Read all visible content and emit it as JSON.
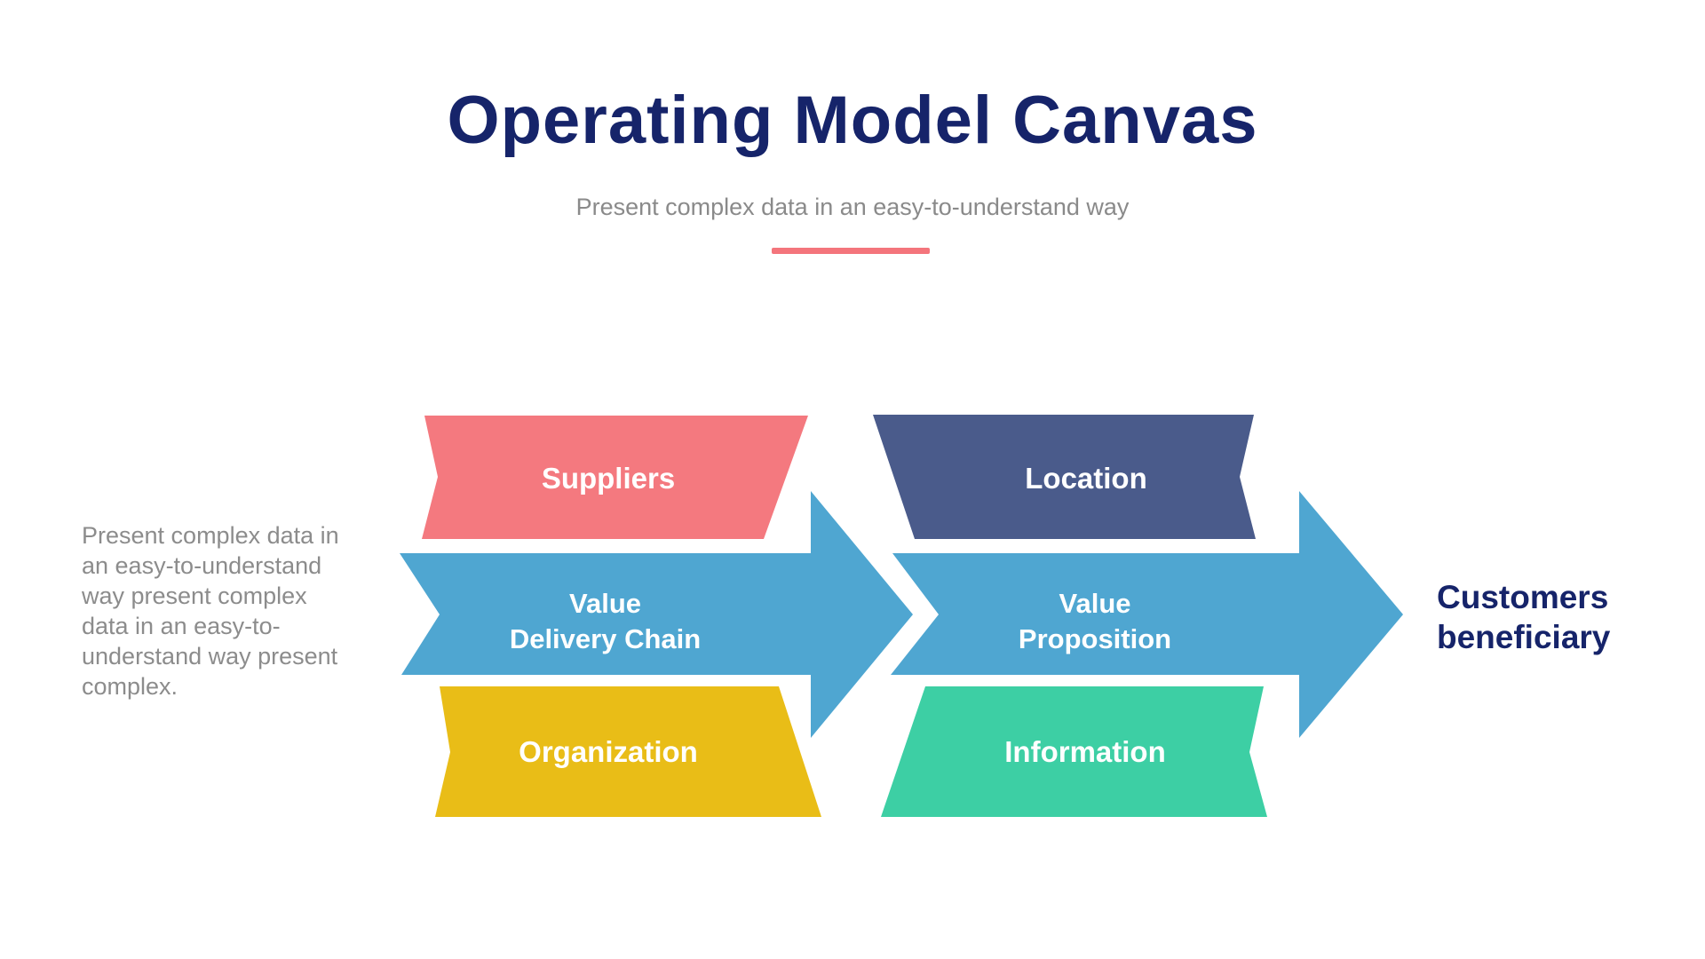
{
  "header": {
    "title": "Operating Model Canvas",
    "subtitle": "Present complex data in an easy-to-understand way"
  },
  "description": "Present complex data in an easy-to-understand way present complex data in an easy-to-understand way present complex.",
  "shapes": {
    "suppliers": {
      "label": "Suppliers",
      "color": "#f4797f"
    },
    "location": {
      "label": "Location",
      "color": "#4a5b8b"
    },
    "value_delivery_chain": {
      "line1": "Value",
      "line2": "Delivery Chain",
      "color": "#4fa6d1"
    },
    "value_proposition": {
      "line1": "Value",
      "line2": "Proposition",
      "color": "#4fa6d1"
    },
    "organization": {
      "label": "Organization",
      "color": "#e9bd17"
    },
    "information": {
      "label": "Information",
      "color": "#3dcfa4"
    },
    "customers": {
      "line1": "Customers",
      "line2": "beneficiary"
    }
  },
  "colors": {
    "background": "#ffffff",
    "title_text": "#16246a",
    "subtitle_text": "#8a8a8a",
    "description_text": "#8c8c8c",
    "accent_underline": "#f4757c",
    "label_text": "#ffffff"
  }
}
